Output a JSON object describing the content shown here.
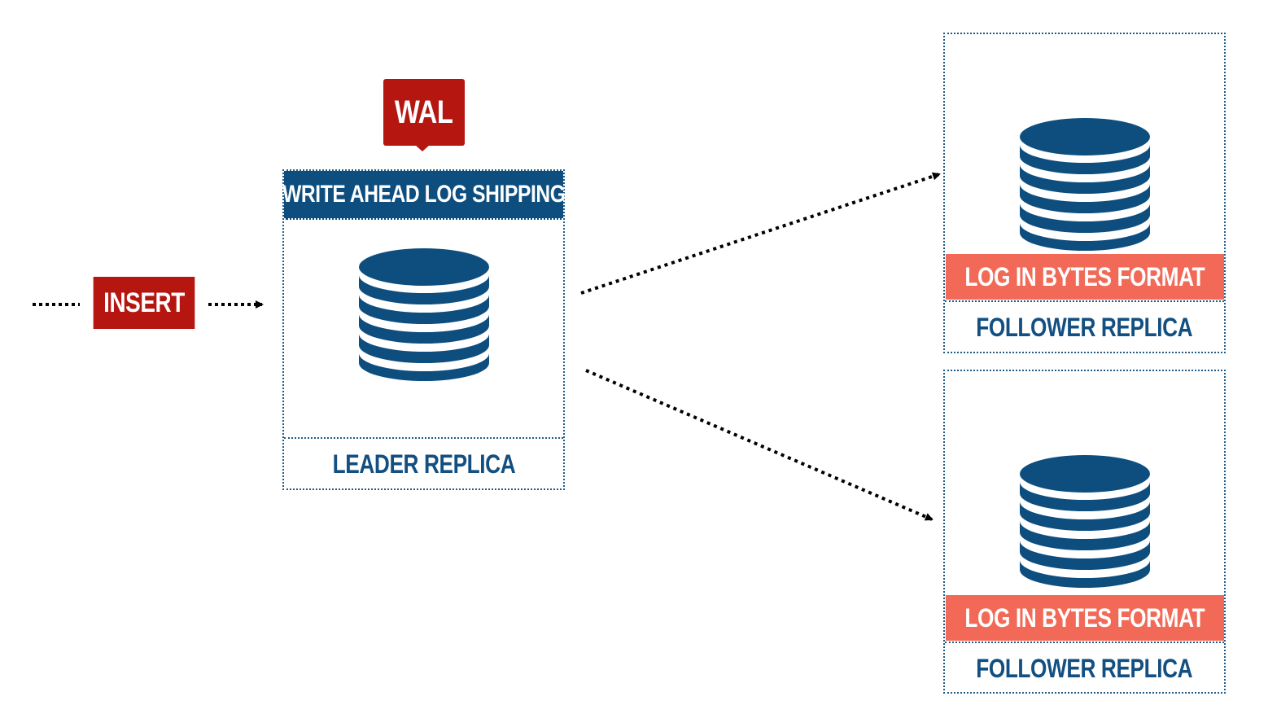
{
  "insert": {
    "label": "INSERT"
  },
  "wal": {
    "label": "WAL"
  },
  "leader": {
    "header": "WRITE AHEAD LOG SHIPPING",
    "label": "LEADER REPLICA"
  },
  "followers": [
    {
      "log_label": "LOG IN BYTES FORMAT",
      "label": "FOLLOWER REPLICA"
    },
    {
      "log_label": "LOG IN BYTES FORMAT",
      "label": "FOLLOWER REPLICA"
    }
  ],
  "colors": {
    "red_tag": "#b5160f",
    "navy": "#0d4e7f",
    "text_blue": "#134f80",
    "salmon": "#f26a57"
  },
  "icons": {
    "database": "database-icon",
    "arrow": "dotted-arrow"
  }
}
